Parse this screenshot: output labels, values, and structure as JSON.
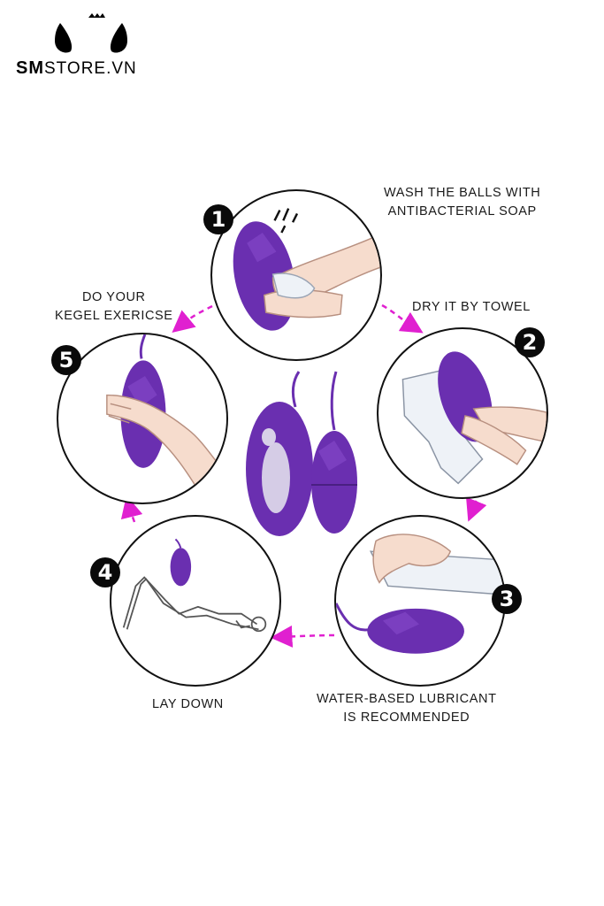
{
  "brand": {
    "name_bold": "SM",
    "name_rest": "STORE.VN"
  },
  "colors": {
    "purple": "#6a2fb0",
    "purple_light": "#8b4fd0",
    "arrow": "#e020d0",
    "skin": "#f6dccd"
  },
  "steps": [
    {
      "number": "1",
      "caption_lines": [
        "WASH THE BALLS WITH",
        "ANTIBACTERIAL SOAP"
      ]
    },
    {
      "number": "2",
      "caption_lines": [
        "DRY IT BY TOWEL"
      ]
    },
    {
      "number": "3",
      "caption_lines": [
        "WATER-BASED LUBRICANT",
        "IS RECOMMENDED"
      ]
    },
    {
      "number": "4",
      "caption_lines": [
        "LAY DOWN"
      ]
    },
    {
      "number": "5",
      "caption_lines": [
        "DO YOUR",
        "KEGEL EXERICSE"
      ]
    }
  ]
}
